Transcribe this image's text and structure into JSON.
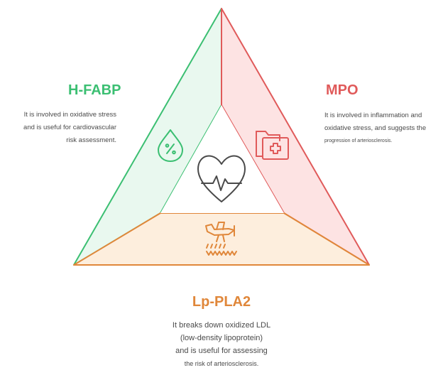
{
  "colors": {
    "green": "#3bbf72",
    "green_fill": "#e9f8ef",
    "red": "#e05a5a",
    "red_fill": "#fde3e3",
    "orange": "#e0873a",
    "orange_fill": "#fdeedd",
    "icon_gray": "#4a4a4a"
  },
  "segments": {
    "hfabp": {
      "title": "H-FABP",
      "description": [
        "It is involved in oxidative stress",
        "and is useful for cardiovascular",
        "risk assessment."
      ],
      "icon": "percent-drop-icon"
    },
    "mpo": {
      "title": "MPO",
      "description": [
        "It is involved in inflammation and",
        "oxidative stress, and suggests the",
        "progression of arteriosclerosis."
      ],
      "icon": "medical-folder-icon"
    },
    "lppla2": {
      "title": "Lp-PLA2",
      "description": [
        "It breaks down oxidized LDL",
        "(low-density lipoprotein)",
        "and is useful for assessing",
        "the risk of arteriosclerosis."
      ],
      "icon": "crop-duster-icon"
    }
  },
  "center_icon": "heart-pulse-icon"
}
